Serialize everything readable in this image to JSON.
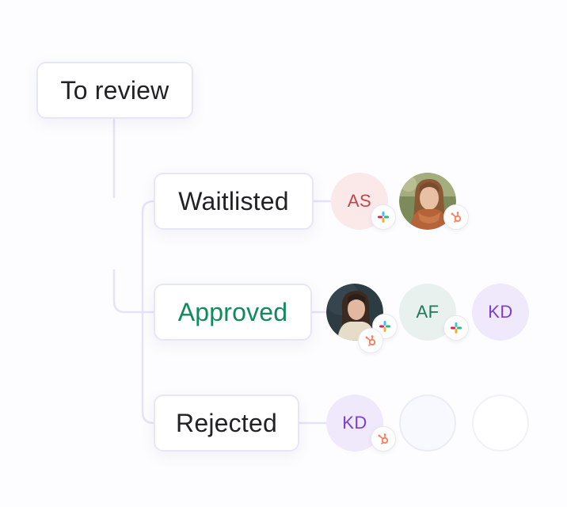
{
  "colors": {
    "accent": "#4b36e8",
    "connector": "#e1e0f7",
    "approved_text": "#118a5c",
    "initials_red": "#c0464c",
    "initials_green": "#1d7a5a",
    "initials_purple": "#7a3fcc"
  },
  "stages": {
    "to_review": {
      "label": "To review"
    },
    "waitlisted": {
      "label": "Waitlisted",
      "candidates": [
        {
          "initials": "AS",
          "source": "slack-icon"
        },
        {
          "photo": "woman-with-scarf",
          "source": "hubspot-icon"
        }
      ]
    },
    "approved": {
      "label": "Approved",
      "candidates": [
        {
          "photo": "woman-dark-background",
          "sources": [
            "slack-icon",
            "hubspot-icon"
          ]
        },
        {
          "initials": "AF",
          "source": "slack-icon"
        },
        {
          "initials": "KD"
        }
      ]
    },
    "rejected": {
      "label": "Rejected",
      "candidates": [
        {
          "initials": "KD",
          "source": "hubspot-icon"
        },
        {
          "placeholder": true
        },
        {
          "placeholder": true
        }
      ]
    }
  }
}
